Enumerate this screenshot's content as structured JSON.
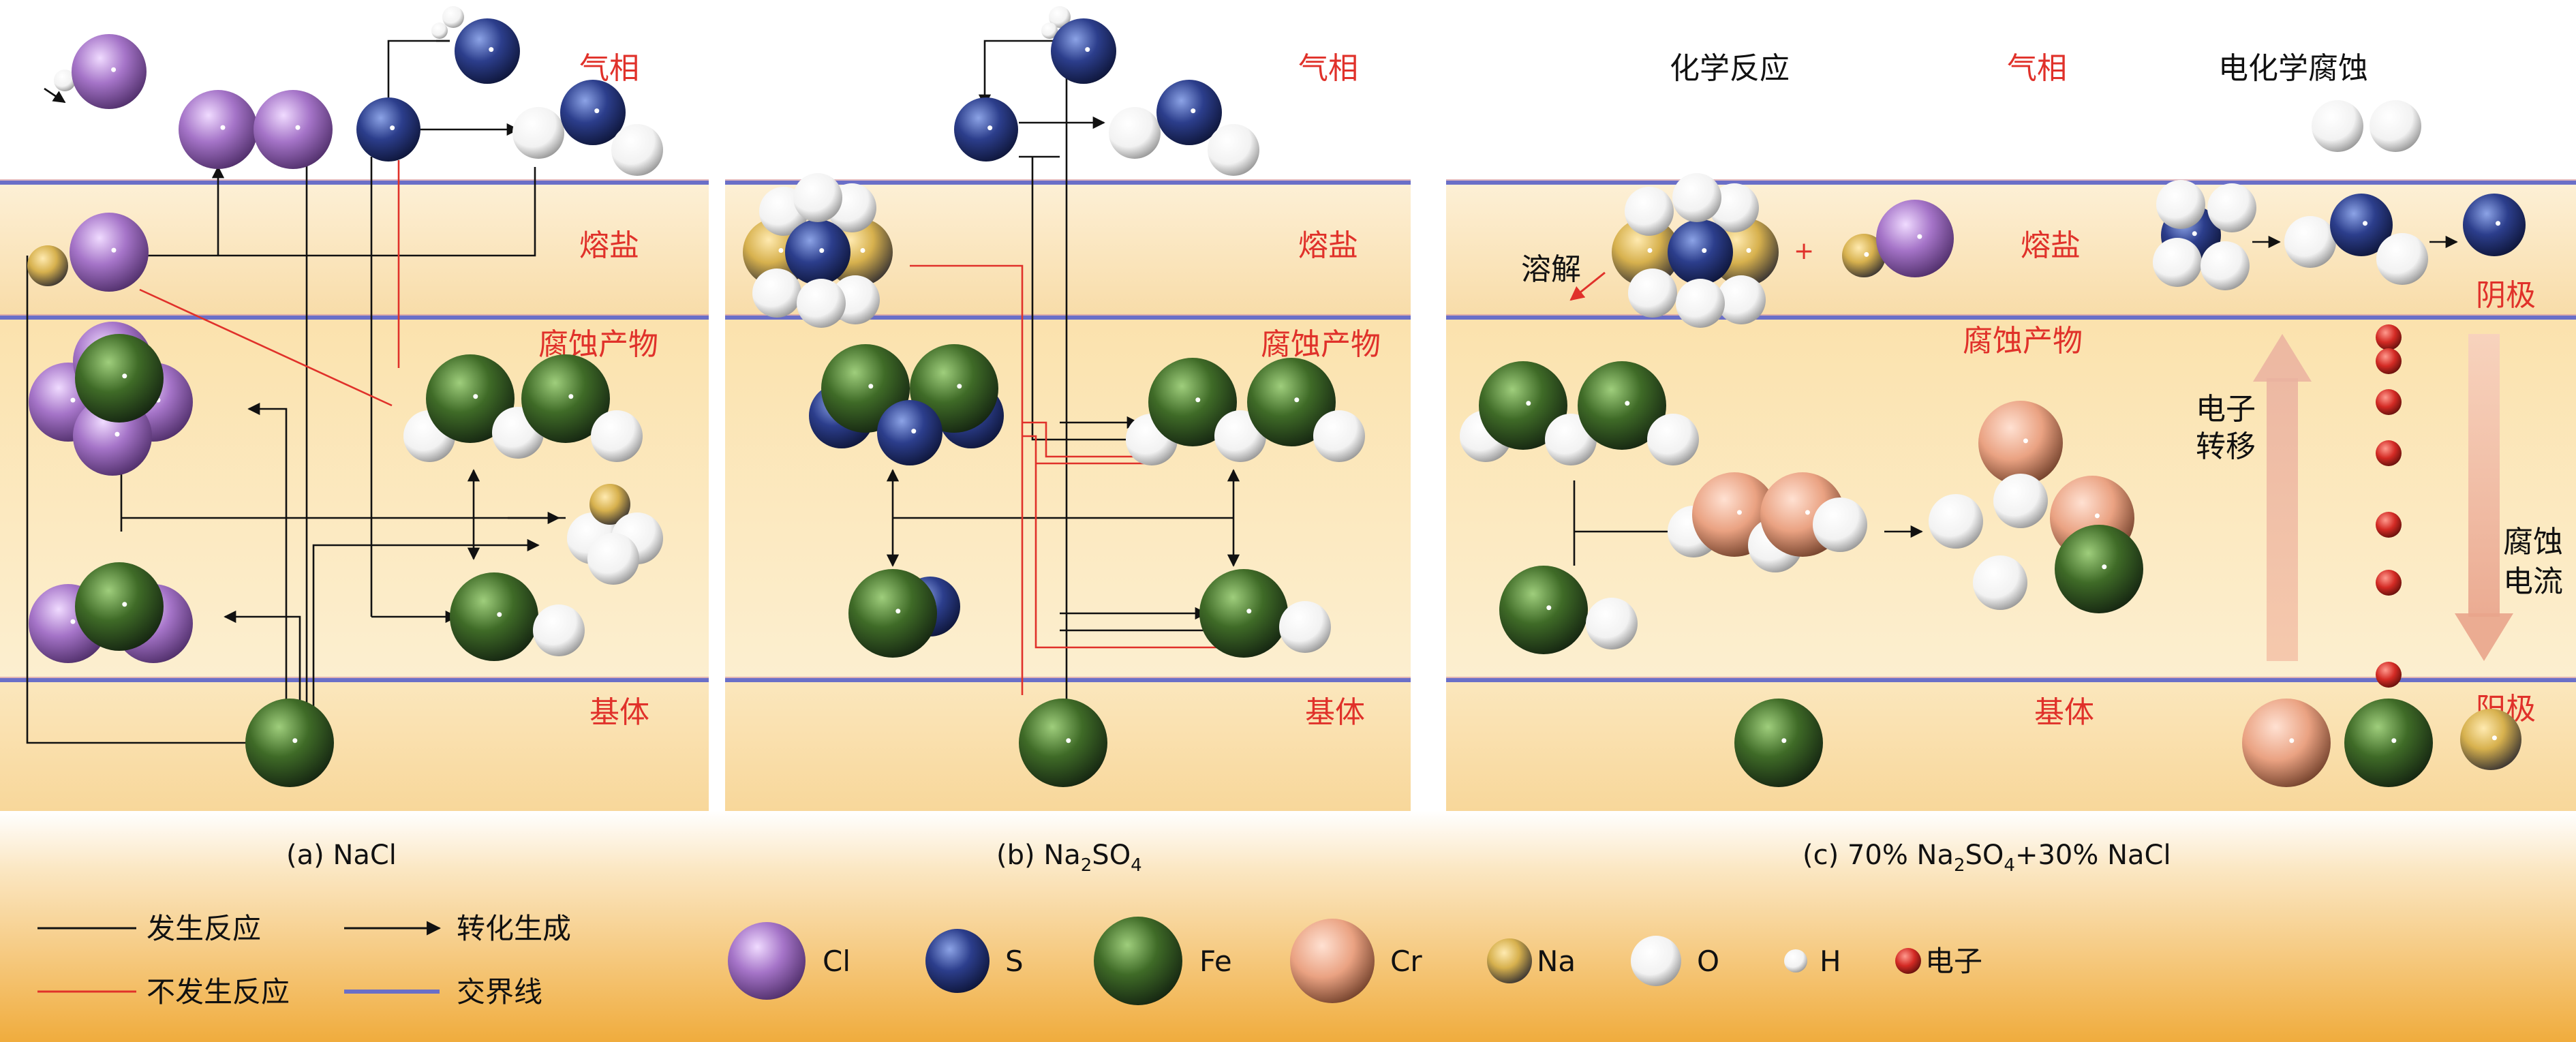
{
  "panels": [
    {
      "caption": "(a) NaCl",
      "labels": {
        "gas": "气相",
        "salt": "熔盐",
        "product": "腐蚀产物",
        "matrix": "基体"
      }
    },
    {
      "caption_pre": "(b) Na",
      "caption_sub1": "2",
      "caption_mid": "SO",
      "caption_sub2": "4",
      "labels": {
        "gas": "气相",
        "salt": "熔盐",
        "product": "腐蚀产物",
        "matrix": "基体"
      }
    },
    {
      "caption_pre": "(c) 70% Na",
      "caption_sub1": "2",
      "caption_mid": "SO",
      "caption_sub2": "4",
      "caption_post": "+30% NaCl",
      "labels": {
        "gas": "气相",
        "salt": "熔盐",
        "product": "腐蚀产物",
        "matrix": "基体",
        "chemical": "化学反应",
        "electrochemical": "电化学腐蚀",
        "dissolve": "溶解",
        "cathode": "阴极",
        "anode": "阳极",
        "electron_transfer_1": "电子",
        "electron_transfer_2": "转移",
        "corrosion_current_1": "腐蚀",
        "corrosion_current_2": "电流",
        "plus": "+"
      }
    }
  ],
  "legend": {
    "lines": [
      {
        "label": "发生反应",
        "color": "#111111"
      },
      {
        "label": "转化生成",
        "color": "#111111"
      },
      {
        "label": "不发生反应",
        "color": "#e8231d"
      },
      {
        "label": "交界线",
        "color": "#6a6fc8"
      }
    ],
    "atoms": [
      {
        "symbol": "Cl",
        "color": "#a574c8"
      },
      {
        "symbol": "S",
        "color": "#2c3e8c"
      },
      {
        "symbol": "Fe",
        "color": "#3f6b27"
      },
      {
        "symbol": "Cr",
        "color": "#eaa282"
      },
      {
        "symbol": "Na",
        "color": "#d7b14e"
      },
      {
        "symbol": "O",
        "color": "#f2f2f2"
      },
      {
        "symbol": "H",
        "color": "#f2f2f2"
      },
      {
        "symbol": "电子",
        "color": "#d32a24"
      }
    ]
  },
  "colors": {
    "gas": "#ffffff",
    "salt": "#fbe4b8",
    "product": "#fae8bd",
    "matrix": "#fae0ac",
    "boundary": "#6a6fc8",
    "label_red": "#e0312a"
  }
}
